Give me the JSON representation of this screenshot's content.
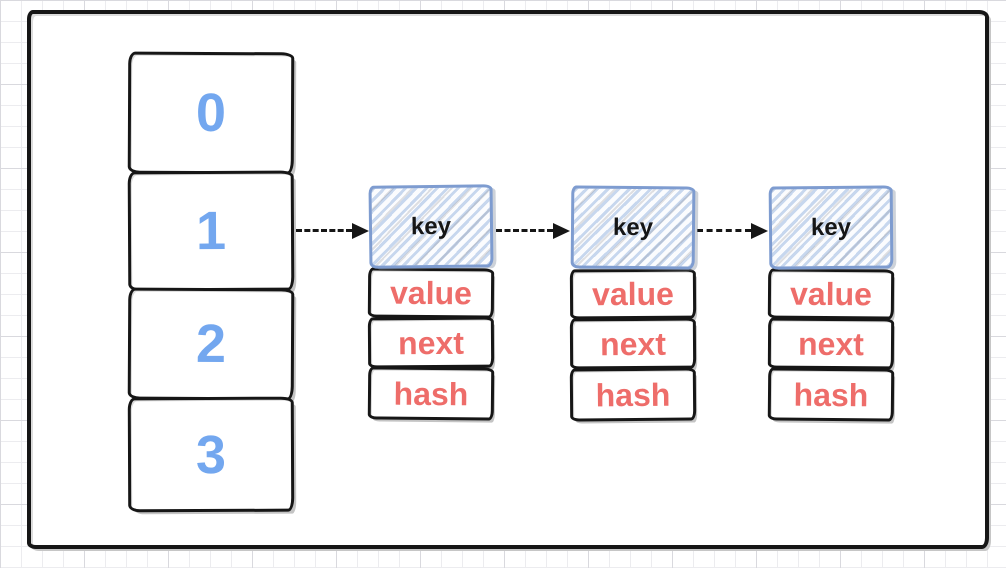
{
  "array": {
    "cells": [
      {
        "label": "0"
      },
      {
        "label": "1"
      },
      {
        "label": "2"
      },
      {
        "label": "3"
      }
    ]
  },
  "nodes": [
    {
      "key": "key",
      "value": "value",
      "next": "next",
      "hash": "hash"
    },
    {
      "key": "key",
      "value": "value",
      "next": "next",
      "hash": "hash"
    },
    {
      "key": "key",
      "value": "value",
      "next": "next",
      "hash": "hash"
    }
  ],
  "colors": {
    "index_text": "#73a7ef",
    "field_text": "#ee6d6a",
    "key_border": "#7e9cd0",
    "key_hatch": "#c7d7ee",
    "stroke": "#161616",
    "sketch_shadow": "#c4c4c4"
  }
}
